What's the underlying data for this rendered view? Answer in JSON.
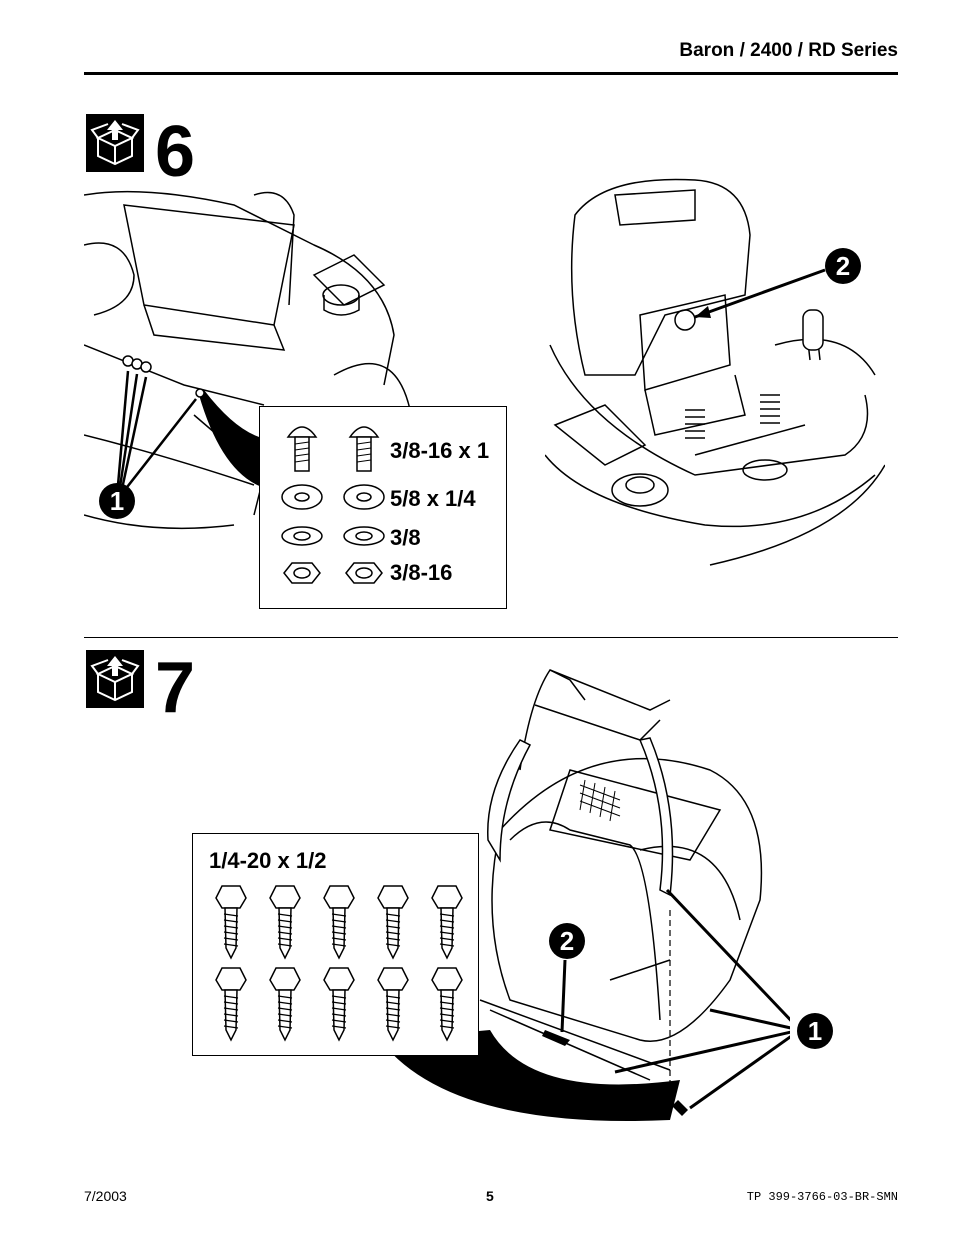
{
  "header": {
    "title": "Baron / 2400 / RD Series"
  },
  "step6": {
    "number": "6",
    "callouts": [
      "1",
      "2"
    ],
    "parts": [
      {
        "label": "3/8-16 x 1",
        "icon": "bolt-icon"
      },
      {
        "label": "5/8 x 1/4",
        "icon": "spacer-icon"
      },
      {
        "label": "3/8",
        "icon": "washer-icon"
      },
      {
        "label": "3/8-16",
        "icon": "hex-nut-icon"
      }
    ]
  },
  "step7": {
    "number": "7",
    "callouts": [
      "2",
      "1"
    ],
    "parts_label": "1/4-20 x 1/2",
    "screw_count": 10
  },
  "footer": {
    "date": "7/2003",
    "page": "5",
    "code": "TP 399-3766-03-BR-SMN"
  }
}
